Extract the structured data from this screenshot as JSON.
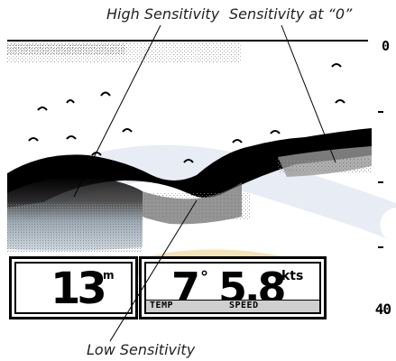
{
  "annotations": {
    "high": "High Sensitivity",
    "zero": "Sensitivity at “0”",
    "low": "Low Sensitivity"
  },
  "depth_scale": {
    "top": "0",
    "bottom": "40"
  },
  "readouts": {
    "depth": {
      "value": "13",
      "unit": "m"
    },
    "temp": {
      "value": "7",
      "degree": "°",
      "label": "TEMP"
    },
    "speed": {
      "value": "5.8",
      "unit": "kts",
      "label": "SPEED"
    }
  },
  "colors": {
    "bottom_dark": "#000000",
    "bottom_mid": "#555555",
    "bottom_light": "#aaaaaa",
    "blue_tint": "#9fb3c8"
  }
}
